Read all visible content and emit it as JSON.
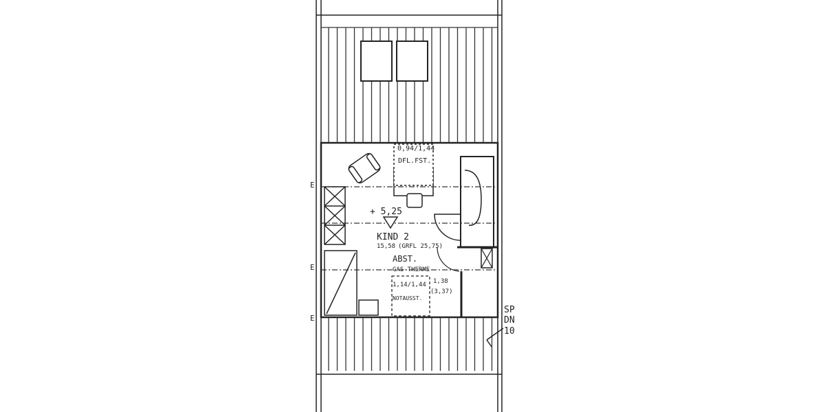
{
  "plan": {
    "window_label": "0,94/1,44",
    "window_type": "DFL.FST.",
    "height_mark": "+ 5,25",
    "room_name": "KIND 2",
    "room_area": "15,58",
    "room_area_gross": "(GRFL 25,75)",
    "storage_label": "ABST.",
    "heater_label": "GAS-THERME",
    "exit_window_label": "1,14/1,44",
    "exit_window_type": "NOTAUSST.",
    "storage_area": "1,38",
    "storage_area_gross": "(3,37)",
    "edge_marks": [
      "E",
      "E",
      "E"
    ],
    "side_note": [
      "SP",
      "DN",
      "10"
    ]
  },
  "colors": {
    "ink": "#222222",
    "paper": "#ffffff"
  }
}
